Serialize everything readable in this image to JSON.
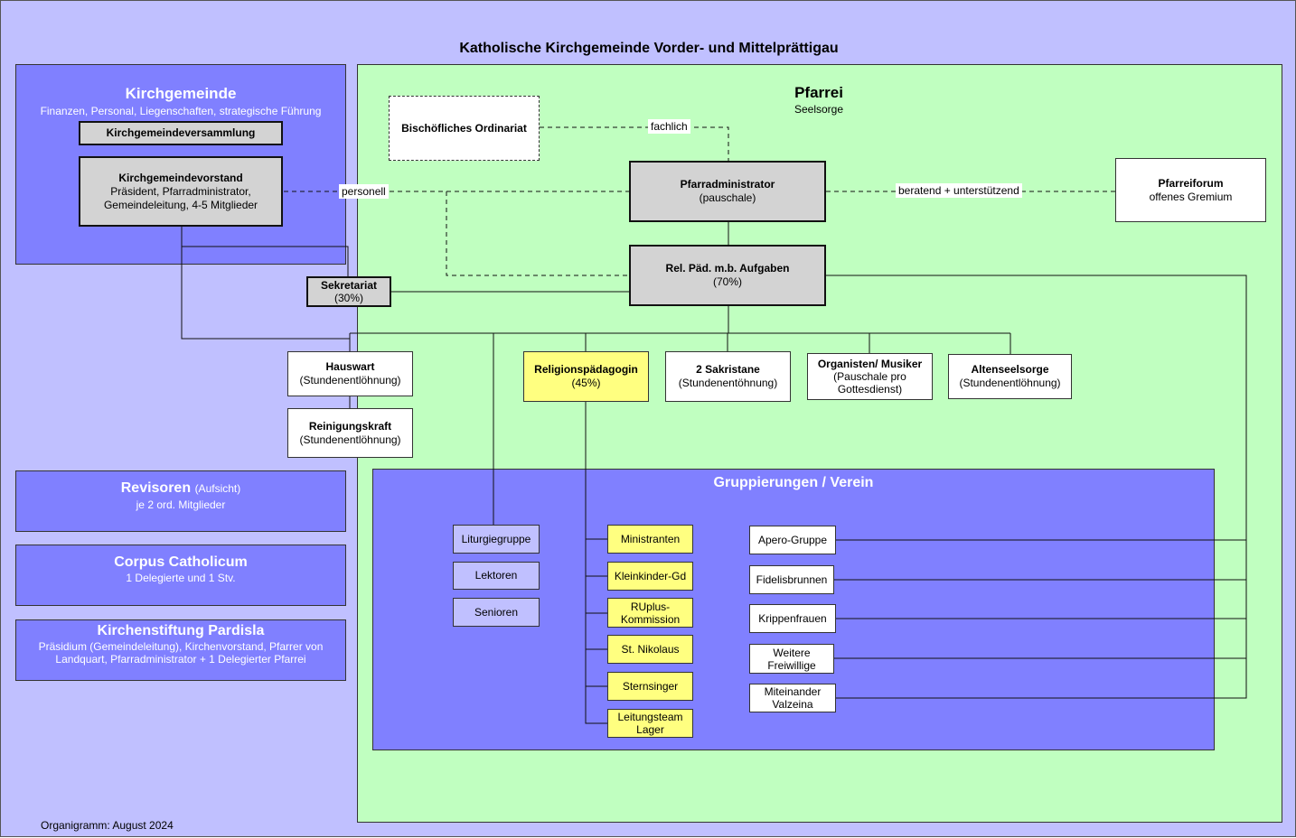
{
  "title": "Katholische Kirchgemeinde Vorder- und Mittelprättigau",
  "kirchgemeinde": {
    "title": "Kirchgemeinde",
    "subtitle": "Finanzen, Personal, Liegenschaften, strategische Führung",
    "versammlung": "Kirchgemeindeversammlung",
    "vorstand_title": "Kirchgemeindevorstand",
    "vorstand_line1": "Präsident, Pfarradministrator,",
    "vorstand_line2": "Gemeindeleitung, 4-5 Mitglieder"
  },
  "pfarrei": {
    "title": "Pfarrei",
    "subtitle": "Seelsorge"
  },
  "ordinariat": "Bischöfliches Ordinariat",
  "labels": {
    "fachlich": "fachlich",
    "personell": "personell",
    "beratend": "beratend + unterstützend"
  },
  "pfarradmin": {
    "title": "Pfarradministrator",
    "sub": "(pauschale)"
  },
  "pfarreiforum": {
    "title": "Pfarreiforum",
    "sub": "offenes Gremium"
  },
  "relpaed": {
    "title": "Rel. Päd. m.b. Aufgaben",
    "sub": "(70%)"
  },
  "sekretariat": {
    "title": "Sekretariat",
    "sub": "(30%)"
  },
  "hauswart": {
    "title": "Hauswart",
    "sub": "(Stundenentlöhnung)"
  },
  "reinigung": {
    "title": "Reinigungskraft",
    "sub": "(Stundenentlöhnung)"
  },
  "religionspaed": {
    "title": "Religionspädagogin",
    "sub": "(45%)"
  },
  "sakristane": {
    "title": "2 Sakristane",
    "sub": "(Stundenentöhnung)"
  },
  "organisten": {
    "title": "Organisten/ Musiker",
    "sub1": "(Pauschale pro",
    "sub2": "Gottesdienst)"
  },
  "altenseelsorge": {
    "title": "Altenseelsorge",
    "sub": "(Stundenentlöhnung)"
  },
  "gruppierungen": {
    "title": "Gruppierungen / Verein",
    "left": [
      "Liturgiegruppe",
      "Lektoren",
      "Senioren"
    ],
    "middle": [
      "Ministranten",
      "Kleinkinder-Gd",
      "RUplus-\nKommission",
      "St. Nikolaus",
      "Sternsinger",
      "Leitungsteam\nLager"
    ],
    "right": [
      "Apero-Gruppe",
      "Fidelisbrunnen",
      "Krippenfrauen",
      "Weitere\nFreiwillige",
      "Miteinander\nValzeina"
    ]
  },
  "revisoren": {
    "title": "Revisoren",
    "title_small": "(Aufsicht)",
    "sub": "je 2 ord. Mitglieder"
  },
  "corpus": {
    "title": "Corpus Catholicum",
    "sub": "1 Delegierte und 1 Stv."
  },
  "stiftung": {
    "title": "Kirchenstiftung Pardisla",
    "sub1": "Präsidium (Gemeindeleitung), Kirchenvorstand, Pfarrer von",
    "sub2": "Landquart, Pfarradministrator + 1 Delegierter Pfarrei"
  },
  "footer": "Organigramm: August 2024",
  "colors": {
    "background": "#c0c0ff",
    "blue_panel": "#8080ff",
    "green_panel": "#c0ffc0",
    "yellow": "#ffff80",
    "grey": "#d3d3d3"
  }
}
